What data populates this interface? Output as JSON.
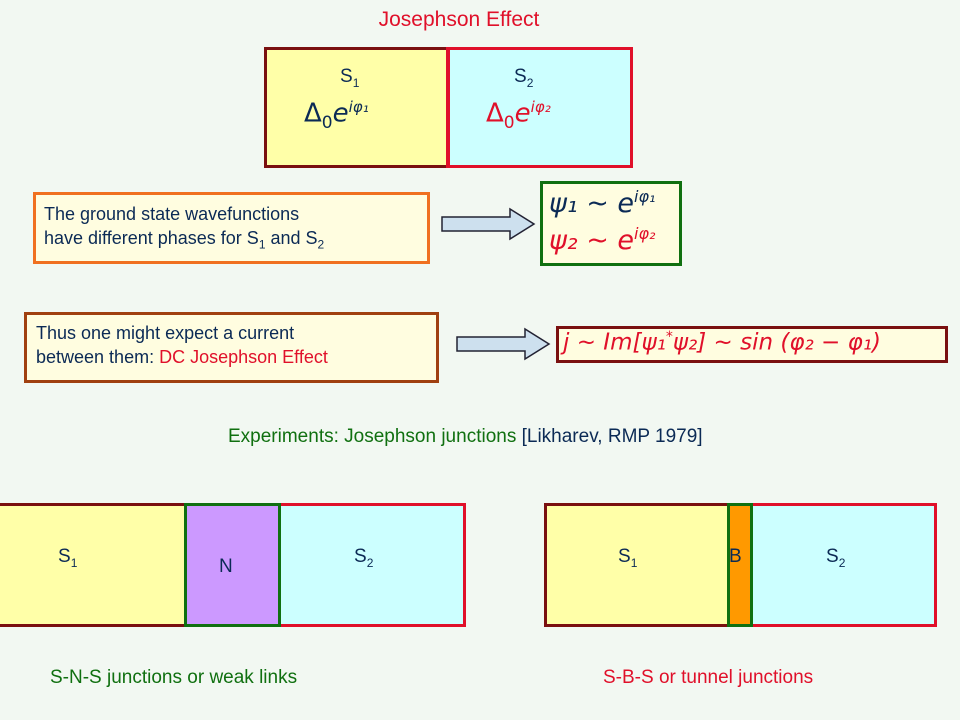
{
  "title": "Josephson Effect",
  "top_diagram": {
    "s1_label": "S",
    "s1_sub": "1",
    "s2_label": "S",
    "s2_sub": "2",
    "s1_gap_base": "Δ",
    "s1_gap_sub": "0",
    "s1_gap_exp": "e",
    "s1_gap_exp_sup": "iφ₁",
    "s2_gap_base": "Δ",
    "s2_gap_sub": "0",
    "s2_gap_exp": "e",
    "s2_gap_exp_sup": "iφ₂"
  },
  "wavefunction_note": {
    "line1": "The ground state wavefunctions",
    "line2_pre": "have different phases for S",
    "line2_sub1": "1",
    "line2_mid": " and S",
    "line2_sub2": "2"
  },
  "wavefunction_eqs": {
    "eq1": "ψ₁ ~ e",
    "eq1_sup": "iφ₁",
    "eq2": "ψ₂ ~ e",
    "eq2_sup": "iφ₂"
  },
  "current_note": {
    "line1": "Thus one might expect a current",
    "line2_pre": "between them: ",
    "line2_red": "DC Josephson Effect"
  },
  "current_eq": {
    "text_pre": "j ~ Im[ψ₁",
    "star": "*",
    "text_post": "ψ₂] ~ sin (φ₂ − φ₁)"
  },
  "experiments_line": {
    "green": "Experiments: Josephson junctions ",
    "blue": "[Likharev, RMP 1979]"
  },
  "sns": {
    "s1_label": "S",
    "s1_sub": "1",
    "n_label": "N",
    "s2_label": "S",
    "s2_sub": "2",
    "caption": "S-N-S junctions or weak links"
  },
  "sbs": {
    "s1_label": "S",
    "s1_sub": "1",
    "b_label": "B",
    "s2_label": "S",
    "s2_sub": "2",
    "caption": "S-B-S or tunnel junctions"
  },
  "colors": {
    "title_red": "#e0102a",
    "s1_fill": "#ffffa8",
    "s2_fill": "#ccffff",
    "n_fill": "#cc99ff",
    "b_fill": "#ff9900",
    "green_border": "#107010",
    "dark_red_border": "#7a1010",
    "orange_border": "#f07020",
    "brown_border": "#a04010",
    "caption_green": "#107010",
    "caption_red": "#e0102a"
  }
}
